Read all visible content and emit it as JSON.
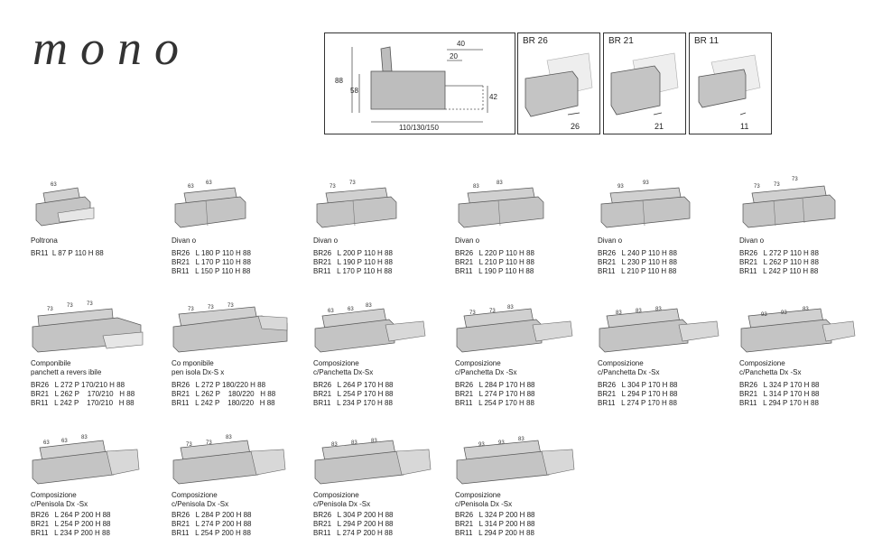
{
  "brand": "mono",
  "profile": {
    "d40": "40",
    "d20": "20",
    "d88": "88",
    "d58": "58",
    "d42": "42",
    "depth": "110/130/150"
  },
  "arms": [
    {
      "label": "BR 26",
      "width": "26"
    },
    {
      "label": "BR 21",
      "width": "21"
    },
    {
      "label": "BR 11",
      "width": "11"
    }
  ],
  "items": [
    {
      "nums": [
        "63"
      ],
      "name": [
        "Poltrona"
      ],
      "spec": [
        "BR11  L 87 P 110 H 88"
      ]
    },
    {
      "nums": [
        "63",
        "63"
      ],
      "name": [
        "Divan o"
      ],
      "spec": [
        "BR26   L 180 P 110 H 88",
        "BR21   L 170 P 110 H 88",
        "BR11   L 150 P 110 H 88"
      ]
    },
    {
      "nums": [
        "73",
        "73"
      ],
      "name": [
        "Divan o"
      ],
      "spec": [
        "BR26   L 200 P 110 H 88",
        "BR21   L 190 P 110 H 88",
        "BR11   L 170 P 110 H 88"
      ]
    },
    {
      "nums": [
        "83",
        "83"
      ],
      "name": [
        "Divan o"
      ],
      "spec": [
        "BR26   L 220 P 110 H 88",
        "BR21   L 210 P 110 H 88",
        "BR11   L 190 P 110 H 88"
      ]
    },
    {
      "nums": [
        "93",
        "93"
      ],
      "name": [
        "Divan o"
      ],
      "spec": [
        "BR26   L 240 P 110 H 88",
        "BR21   L 230 P 110 H 88",
        "BR11   L 210 P 110 H 88"
      ]
    },
    {
      "nums": [
        "73",
        "73",
        "73"
      ],
      "name": [
        "Divan o"
      ],
      "spec": [
        "BR26   L 272 P 110 H 88",
        "BR21   L 262 P 110 H 88",
        "BR11   L 242 P 110 H 88"
      ]
    },
    {
      "nums": [
        "73",
        "73",
        "73"
      ],
      "name": [
        "Componibile",
        "panchett  a revers ibile"
      ],
      "spec": [
        "BR26   L 272 P 170/210 H 88",
        "BR21   L 262 P    170/210   H 88",
        "BR11   L 242 P    170/210   H 88"
      ]
    },
    {
      "nums": [
        "73",
        "73",
        "73"
      ],
      "name": [
        "Co mponibile",
        "pen isola Dx-S x"
      ],
      "spec": [
        "BR26   L 272 P 180/220 H 88",
        "BR21   L 262 P    180/220   H 88",
        "BR11   L 242 P    180/220   H 88"
      ]
    },
    {
      "nums": [
        "63",
        "63",
        "83"
      ],
      "name": [
        "Composizione",
        "c/Panchetta    Dx-Sx"
      ],
      "spec": [
        "BR26   L 264 P 170 H 88",
        "BR21   L 254 P 170 H 88",
        "BR11   L 234 P 170 H 88"
      ]
    },
    {
      "nums": [
        "73",
        "73",
        "83"
      ],
      "name": [
        "Composizione",
        "c/Panchetta Dx    -Sx"
      ],
      "spec": [
        "BR26   L 284 P 170 H 88",
        "BR21   L 274 P 170 H 88",
        "BR11   L 254 P 170 H 88"
      ]
    },
    {
      "nums": [
        "83",
        "83",
        "83"
      ],
      "name": [
        "Composizione",
        "c/Panchetta Dx    -Sx"
      ],
      "spec": [
        "BR26   L 304 P 170 H 88",
        "BR21   L 294 P 170 H 88",
        "BR11   L 274 P 170 H 88"
      ]
    },
    {
      "nums": [
        "93",
        "93",
        "83"
      ],
      "name": [
        "Composizione",
        "c/Panchetta Dx    -Sx"
      ],
      "spec": [
        "BR26   L 324 P 170 H 88",
        "BR21   L 314 P 170 H 88",
        "BR11   L 294 P 170 H 88"
      ]
    },
    {
      "nums": [
        "63",
        "63",
        "83"
      ],
      "name": [
        "Composizione",
        "c/Penisola Dx    -Sx"
      ],
      "spec": [
        "BR26   L 264 P 200 H 88",
        "BR21   L 254 P 200 H 88",
        "BR11   L 234 P 200 H 88"
      ]
    },
    {
      "nums": [
        "73",
        "73",
        "83"
      ],
      "name": [
        "Composizione",
        "c/Penisola Dx    -Sx"
      ],
      "spec": [
        "BR26   L 284 P 200 H 88",
        "BR21   L 274 P 200 H 88",
        "BR11   L 254 P 200 H 88"
      ]
    },
    {
      "nums": [
        "83",
        "83",
        "83"
      ],
      "name": [
        "Composizione",
        "c/Penisola Dx    -Sx"
      ],
      "spec": [
        "BR26   L 304 P 200 H 88",
        "BR21   L 294 P 200 H 88",
        "BR11   L 274 P 200 H 88"
      ]
    },
    {
      "nums": [
        "93",
        "93",
        "83"
      ],
      "name": [
        "Composizione",
        "c/Penisola Dx    -Sx"
      ],
      "spec": [
        "BR26   L 324 P 200 H 88",
        "BR21   L 314 P 200 H 88",
        "BR11   L 294 P 200 H 88"
      ]
    }
  ]
}
